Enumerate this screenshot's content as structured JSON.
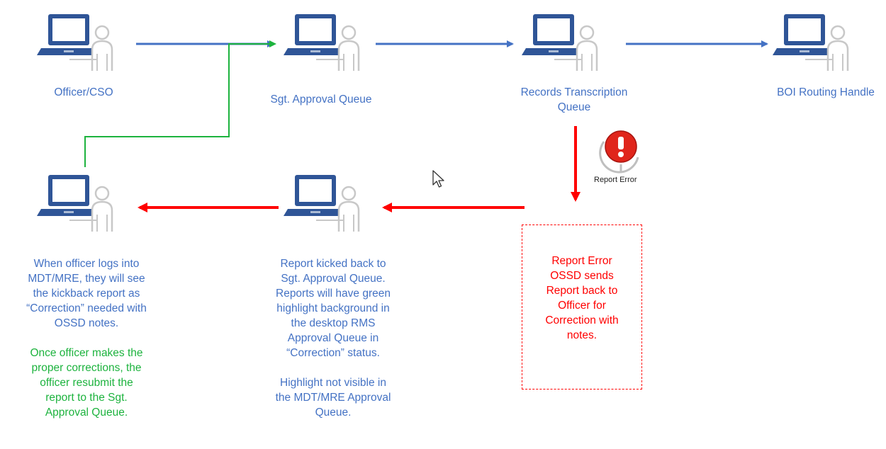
{
  "colors": {
    "blue": "#4472c4",
    "red": "#ff0000",
    "green": "#1db33e",
    "icon_gray": "#c8c8c8",
    "laptop_blue": "#2f5597"
  },
  "nodes": {
    "officer": {
      "label": "Officer/CSO",
      "icon": "laptop-user-icon"
    },
    "sgt_queue": {
      "label": "Sgt. Approval Queue",
      "icon": "laptop-user-icon"
    },
    "records_queue": {
      "label": "Records Transcription\nQueue",
      "icon": "laptop-user-icon"
    },
    "boi": {
      "label": "BOI Routing Handle",
      "icon": "laptop-user-icon"
    },
    "officer_return": {
      "icon": "laptop-user-icon"
    },
    "sgt_return": {
      "icon": "laptop-user-icon"
    }
  },
  "error_badge": {
    "label": "Report Error",
    "icon": "exclamation-badge-icon"
  },
  "error_box": {
    "text": "Report Error\nOSSD sends\nReport back to\nOfficer for\nCorrection with\nnotes."
  },
  "notes": {
    "officer_blue": "When officer logs into\nMDT/MRE, they will see\nthe kickback report as\n“Correction” needed with\nOSSD notes.",
    "officer_green": "Once officer makes the\nproper corrections, the\nofficer resubmit the\nreport to the Sgt.\nApproval Queue.",
    "sgt_main": "Report kicked back to\nSgt. Approval Queue.\nReports will have green\nhighlight background in\nthe desktop RMS\nApproval Queue in\n“Correction” status.",
    "sgt_extra": "Highlight not visible in\nthe MDT/MRE Approval\nQueue."
  }
}
